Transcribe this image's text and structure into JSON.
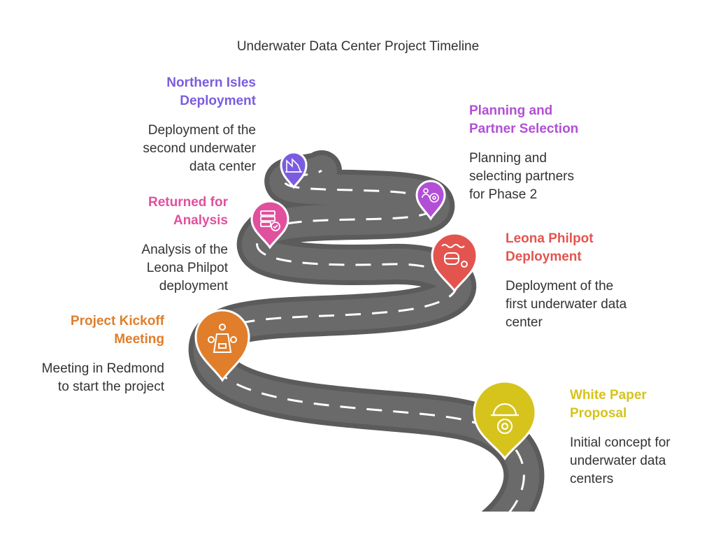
{
  "title": "Underwater Data Center Project Timeline",
  "steps": [
    {
      "heading_1": "White Paper",
      "heading_2": "Proposal",
      "desc_1": "Initial concept for",
      "desc_2": "underwater data",
      "desc_3": "centers",
      "color": "#D6C31B",
      "icon": "worker-gear-icon"
    },
    {
      "heading_1": "Project Kickoff",
      "heading_2": "Meeting",
      "desc_1": "Meeting in Redmond",
      "desc_2": "to start the project",
      "color": "#E07E2C",
      "icon": "meeting-table-icon"
    },
    {
      "heading_1": "Leona Philpot",
      "heading_2": "Deployment",
      "desc_1": "Deployment of the",
      "desc_2": "first underwater data",
      "desc_3": "center",
      "color": "#E4544F",
      "icon": "underwater-capsule-icon"
    },
    {
      "heading_1": "Returned for",
      "heading_2": "Analysis",
      "desc_1": "Analysis of the",
      "desc_2": "Leona Philpot",
      "desc_3": "deployment",
      "color": "#E0509E",
      "icon": "server-check-icon"
    },
    {
      "heading_1": "Planning and",
      "heading_2": "Partner Selection",
      "desc_1": "Planning and",
      "desc_2": "selecting partners",
      "desc_3": "for Phase 2",
      "color": "#B24FD6",
      "icon": "partner-target-icon"
    },
    {
      "heading_1": "Northern Isles",
      "heading_2": "Deployment",
      "desc_1": "Deployment of the",
      "desc_2": "second underwater",
      "desc_3": "data center",
      "color": "#7B5CE0",
      "icon": "offshore-deploy-icon"
    }
  ]
}
